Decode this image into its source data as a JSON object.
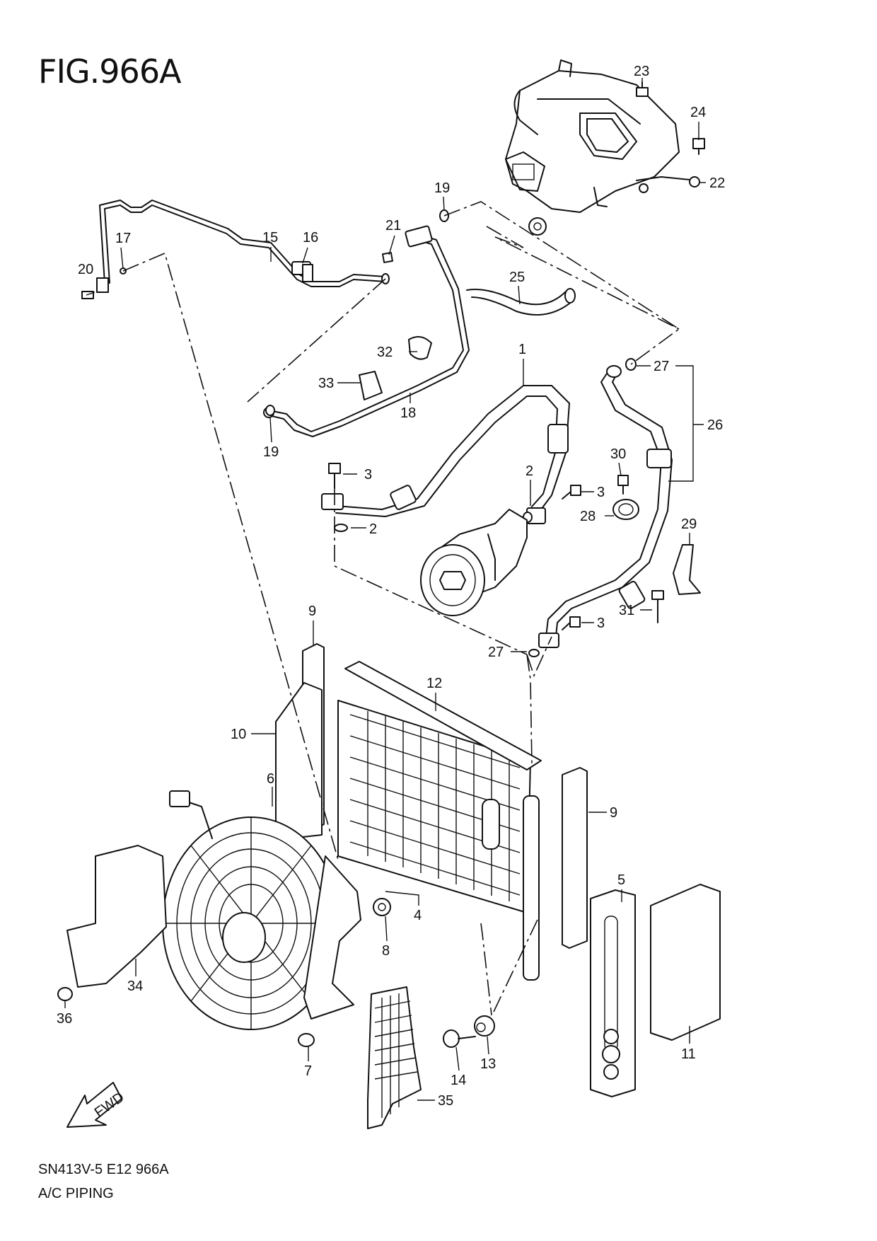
{
  "figure": {
    "title": "FIG.966A",
    "code": "SN413V-5 E12 966A",
    "name": "A/C PIPING",
    "direction_label": "FWD"
  },
  "callouts": [
    {
      "id": "c1",
      "label": "1"
    },
    {
      "id": "c2a",
      "label": "2"
    },
    {
      "id": "c2b",
      "label": "2"
    },
    {
      "id": "c3a",
      "label": "3"
    },
    {
      "id": "c3b",
      "label": "3"
    },
    {
      "id": "c3c",
      "label": "3"
    },
    {
      "id": "c4",
      "label": "4"
    },
    {
      "id": "c5",
      "label": "5"
    },
    {
      "id": "c6",
      "label": "6"
    },
    {
      "id": "c7",
      "label": "7"
    },
    {
      "id": "c8",
      "label": "8"
    },
    {
      "id": "c9a",
      "label": "9"
    },
    {
      "id": "c9b",
      "label": "9"
    },
    {
      "id": "c10",
      "label": "10"
    },
    {
      "id": "c11",
      "label": "11"
    },
    {
      "id": "c12",
      "label": "12"
    },
    {
      "id": "c13",
      "label": "13"
    },
    {
      "id": "c14",
      "label": "14"
    },
    {
      "id": "c15",
      "label": "15"
    },
    {
      "id": "c16",
      "label": "16"
    },
    {
      "id": "c17",
      "label": "17"
    },
    {
      "id": "c18",
      "label": "18"
    },
    {
      "id": "c19a",
      "label": "19"
    },
    {
      "id": "c19b",
      "label": "19"
    },
    {
      "id": "c20",
      "label": "20"
    },
    {
      "id": "c21",
      "label": "21"
    },
    {
      "id": "c22",
      "label": "22"
    },
    {
      "id": "c23",
      "label": "23"
    },
    {
      "id": "c24",
      "label": "24"
    },
    {
      "id": "c25",
      "label": "25"
    },
    {
      "id": "c26",
      "label": "26"
    },
    {
      "id": "c27a",
      "label": "27"
    },
    {
      "id": "c27b",
      "label": "27"
    },
    {
      "id": "c28",
      "label": "28"
    },
    {
      "id": "c29",
      "label": "29"
    },
    {
      "id": "c30",
      "label": "30"
    },
    {
      "id": "c31",
      "label": "31"
    },
    {
      "id": "c32",
      "label": "32"
    },
    {
      "id": "c33",
      "label": "33"
    },
    {
      "id": "c34",
      "label": "34"
    },
    {
      "id": "c35",
      "label": "35"
    },
    {
      "id": "c36",
      "label": "36"
    }
  ]
}
